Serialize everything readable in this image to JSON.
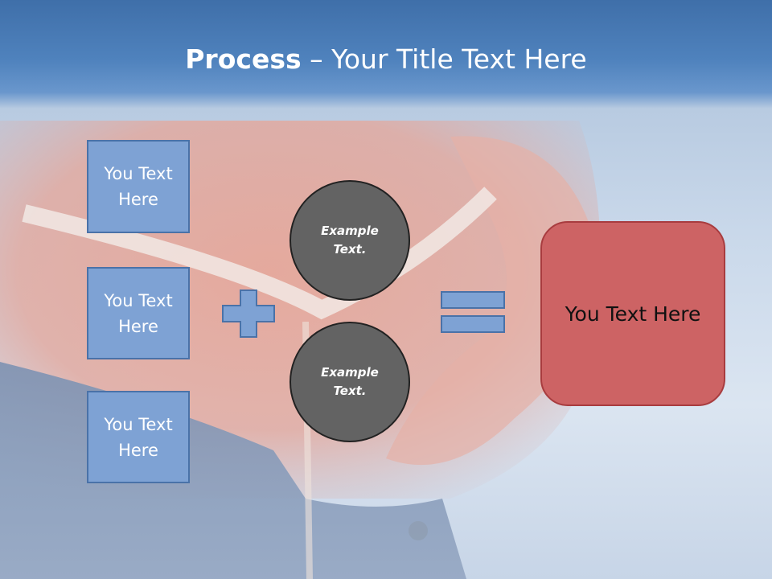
{
  "slide": {
    "title_bold": "Process",
    "title_rest": " – Your Title Text Here"
  },
  "steps": [
    {
      "label": "You Text Here"
    },
    {
      "label": "You Text Here"
    },
    {
      "label": "You Text Here"
    }
  ],
  "circles": [
    {
      "label": "Example Text."
    },
    {
      "label": "Example Text."
    }
  ],
  "result": {
    "label": "You Text Here"
  },
  "icons": {
    "plus": "plus-icon",
    "equals": "equals-icon"
  },
  "colors": {
    "header": "#4f82bd",
    "step_box": "#7ea2d4",
    "circle": "#636363",
    "result_box": "#cd6364"
  }
}
